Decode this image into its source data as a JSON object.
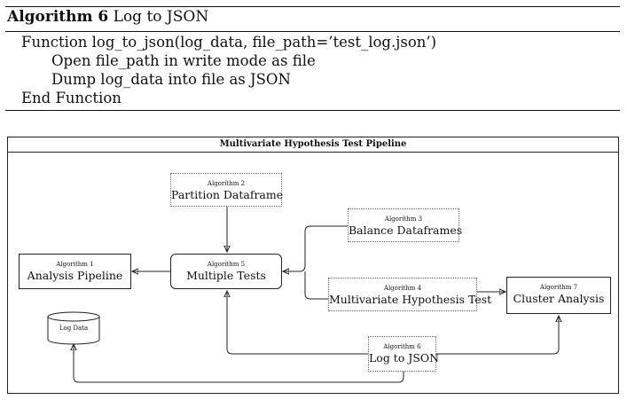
{
  "algorithm": {
    "number_label": "Algorithm 6",
    "title": "Log to JSON",
    "lines": [
      "Function log_to_json(log_data, file_path=’test_log.json’)",
      "Open file_path in write mode as file",
      "Dump log_data into file as JSON",
      "End Function"
    ]
  },
  "diagram": {
    "title": "Multivariate Hypothesis Test Pipeline",
    "nodes": {
      "partition": {
        "sub": "Algorithm 2",
        "label": "Partition Dataframe",
        "style": "dotted"
      },
      "balance": {
        "sub": "Algorithm 3",
        "label": "Balance Dataframes",
        "style": "dotted"
      },
      "analysis": {
        "sub": "Algorithm 1",
        "label": "Analysis Pipeline",
        "style": "solid"
      },
      "multiple": {
        "sub": "Algorithm 5",
        "label": "Multiple Tests",
        "style": "solid-rounded"
      },
      "mvtest": {
        "sub": "Algorithm 4",
        "label": "Multivariate Hypothesis Test",
        "style": "dotted"
      },
      "cluster": {
        "sub": "Algorithm 7",
        "label": "Cluster Analysis",
        "style": "solid"
      },
      "log": {
        "sub": "Algorithm 6",
        "label": "Log to JSON",
        "style": "dotted"
      },
      "logdata": {
        "label": "Log Data",
        "shape": "cylinder"
      }
    },
    "edges": [
      {
        "from": "partition",
        "to": "multiple"
      },
      {
        "from": "balance",
        "to": "multiple"
      },
      {
        "from": "mvtest",
        "to": "multiple"
      },
      {
        "from": "multiple",
        "to": "analysis"
      },
      {
        "from": "mvtest",
        "to": "cluster"
      },
      {
        "from": "log",
        "to": "multiple"
      },
      {
        "from": "log",
        "to": "cluster"
      },
      {
        "from": "log",
        "to": "logdata"
      }
    ]
  }
}
